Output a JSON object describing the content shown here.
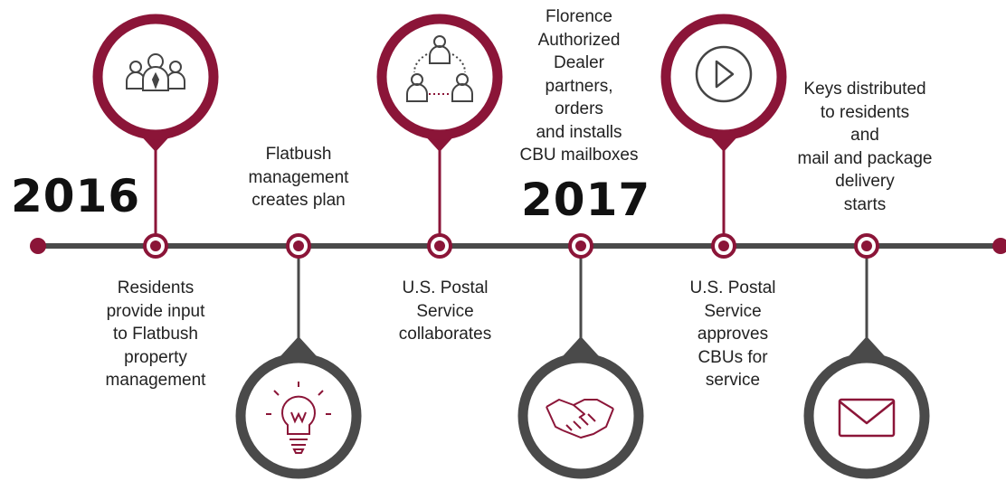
{
  "years": [
    {
      "text": "2016"
    },
    {
      "text": "2017"
    }
  ],
  "steps": [
    {
      "text": "Residents\nprovide input\nto Flatbush\nproperty\nmanagement",
      "icon": "group-people-icon",
      "icon_side": "top",
      "color": "#8b1538"
    },
    {
      "text": "Flatbush\nmanagement\ncreates plan",
      "icon": "lightbulb-icon",
      "icon_side": "bottom",
      "color": "#4a4a4a"
    },
    {
      "text": "U.S. Postal\nService\ncollaborates",
      "icon": "network-people-icon",
      "icon_side": "top",
      "color": "#8b1538"
    },
    {
      "text": "Florence\nAuthorized\nDealer\npartners,\norders\nand installs\nCBU mailboxes",
      "icon": "handshake-icon",
      "icon_side": "bottom",
      "color": "#4a4a4a"
    },
    {
      "text": "U.S. Postal\nService\napproves\nCBUs for\nservice",
      "icon": "play-icon",
      "icon_side": "top",
      "color": "#8b1538"
    },
    {
      "text": "Keys distributed\nto residents\nand\nmail and package\ndelivery\nstarts",
      "icon": "envelope-icon",
      "icon_side": "bottom",
      "color": "#4a4a4a"
    }
  ],
  "colors": {
    "accent": "#8b1538",
    "line": "#4a4a4a"
  }
}
